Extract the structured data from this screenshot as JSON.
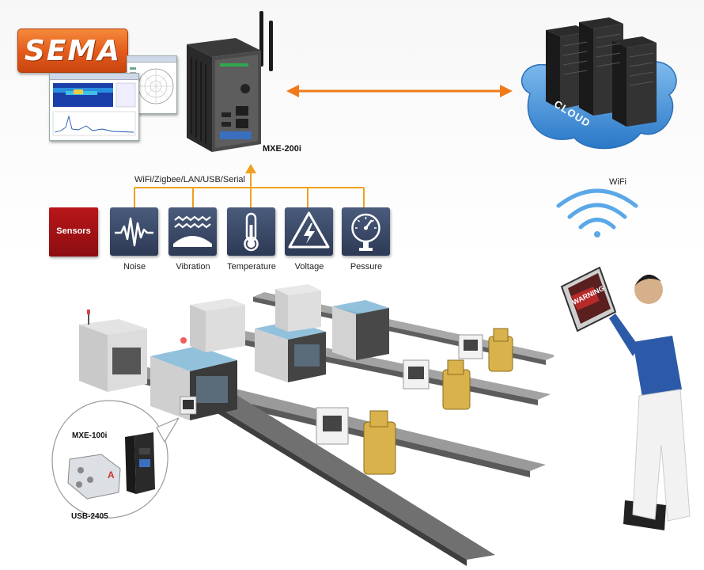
{
  "logo": {
    "text": "SEMA"
  },
  "device_main": {
    "label": "MXE-200i"
  },
  "connectivity": {
    "label": "WiFi/Zigbee/LAN/USB/Serial"
  },
  "cloud": {
    "label": "CLOUD",
    "color": "#4d9de0"
  },
  "wifi": {
    "label": "WiFi",
    "color": "#5aa8e8"
  },
  "sensors": {
    "title": "Sensors",
    "items": [
      {
        "label": "Noise",
        "icon": "noise-waveform-icon"
      },
      {
        "label": "Vibration",
        "icon": "vibration-icon"
      },
      {
        "label": "Temperature",
        "icon": "thermometer-icon"
      },
      {
        "label": "Voltage",
        "icon": "high-voltage-icon"
      },
      {
        "label": "Pessure",
        "icon": "pressure-gauge-icon"
      }
    ]
  },
  "tablet": {
    "screen_text": "WARNING"
  },
  "callout_devices": [
    {
      "label": "MXE-100i"
    },
    {
      "label": "USB-2405"
    }
  ],
  "colors": {
    "connector": "#f0a020",
    "arrow": "#f07a1a",
    "sensor_tile": "#34425f",
    "sensors_red": "#a81216"
  }
}
